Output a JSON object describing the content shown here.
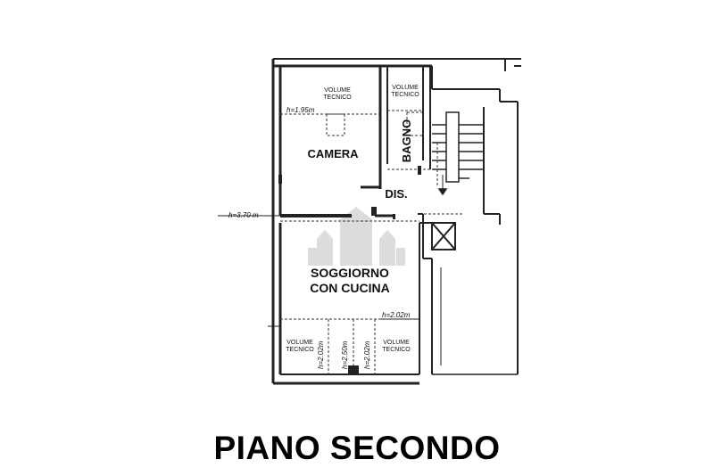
{
  "title": "PIANO SECONDO",
  "rooms": {
    "camera": "CAMERA",
    "bagno": "BAGNO",
    "dis": "DIS.",
    "soggiorno_line1": "SOGGIORNO",
    "soggiorno_line2": "CON CUCINA"
  },
  "volumi": {
    "top_left_1": "VOLUME",
    "top_left_2": "TECNICO",
    "top_right_1": "VOLUME",
    "top_right_2": "TECNICO",
    "bottom_left_1": "VOLUME",
    "bottom_left_2": "TECNICO",
    "bottom_right_1": "VOLUME",
    "bottom_right_2": "TECNICO"
  },
  "heights": {
    "h1": "h=1.95m",
    "h2": "h=3.70 m",
    "h3": "h=2.02m",
    "h4": "h=2.02m",
    "h5": "h=2.50m",
    "h6": "h=2.02m"
  },
  "colors": {
    "wall": "#222222",
    "watermark": "#d6d6d6"
  }
}
